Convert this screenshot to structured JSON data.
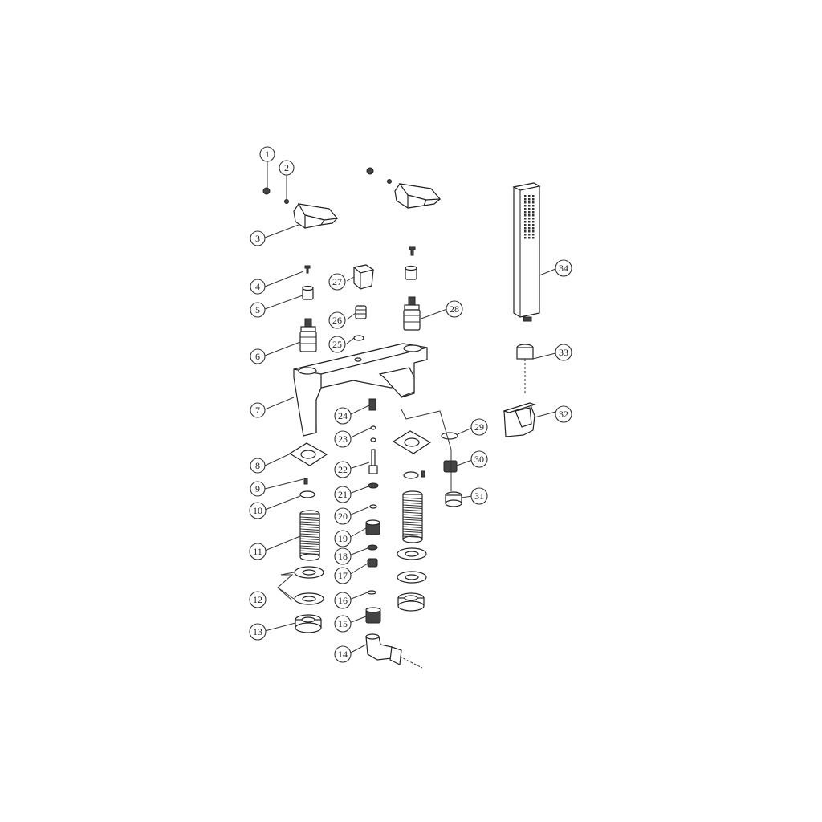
{
  "callouts": {
    "c1": "1",
    "c2": "2",
    "c3": "3",
    "c4": "4",
    "c5": "5",
    "c6": "6",
    "c7": "7",
    "c8": "8",
    "c9": "9",
    "c10": "10",
    "c11": "11",
    "c12": "12",
    "c13": "13",
    "c14": "14",
    "c15": "15",
    "c16": "16",
    "c17": "17",
    "c18": "18",
    "c19": "19",
    "c20": "20",
    "c21": "21",
    "c22": "22",
    "c23": "23",
    "c24": "24",
    "c25": "25",
    "c26": "26",
    "c27": "27",
    "c28": "28",
    "c29": "29",
    "c30": "30",
    "c31": "31",
    "c32": "32",
    "c33": "33",
    "c34": "34"
  }
}
